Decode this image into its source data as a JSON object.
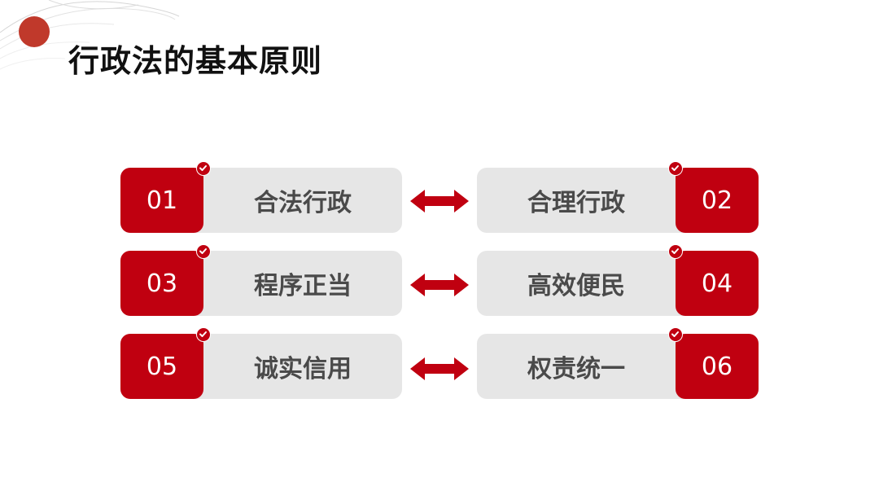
{
  "page": {
    "title": "行政法的基本原则"
  },
  "principles": [
    {
      "number": "01",
      "label": "合法行政"
    },
    {
      "number": "02",
      "label": "合理行政"
    },
    {
      "number": "03",
      "label": "程序正当"
    },
    {
      "number": "04",
      "label": "高效便民"
    },
    {
      "number": "05",
      "label": "诚实信用"
    },
    {
      "number": "06",
      "label": "权责统一"
    }
  ],
  "colors": {
    "accent": "#c00010",
    "card": "#e6e6e6",
    "label": "#4a4a4a",
    "title": "#111111"
  },
  "icons": {
    "badge": "check-circle-icon",
    "connector": "double-arrow-icon"
  }
}
